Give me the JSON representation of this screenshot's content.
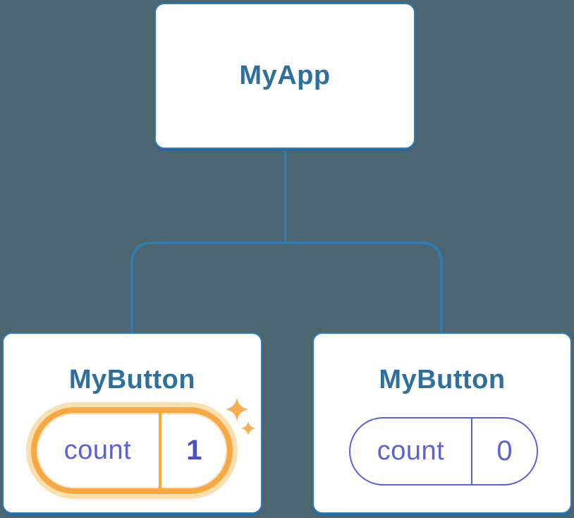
{
  "background_color": "#4c6671",
  "diagram": {
    "type": "react-component-tree",
    "root": {
      "label": "MyApp"
    },
    "children": [
      {
        "label": "MyButton",
        "state": {
          "name": "count",
          "value": "1"
        },
        "highlighted": true
      },
      {
        "label": "MyButton",
        "state": {
          "name": "count",
          "value": "0"
        },
        "highlighted": false
      }
    ]
  },
  "colors": {
    "card_border": "#2f7cb5",
    "connector_line": "#2f7cb5",
    "heading_text": "#2e6f9d",
    "state_text": "#5c62d6",
    "state_value_updated": "#4b50c8",
    "highlight_ring": "#f7a843",
    "highlight_halo": "#fbdfae",
    "highlight_divider": "#f6a940",
    "sparkle": "#f6b052"
  }
}
